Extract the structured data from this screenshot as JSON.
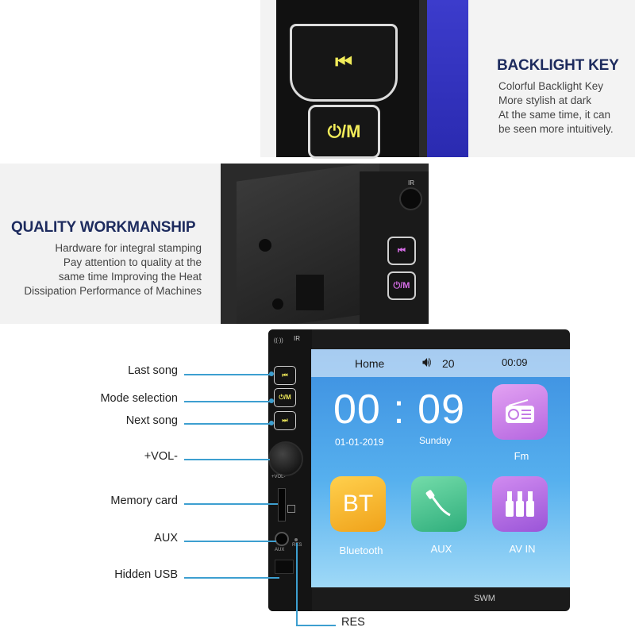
{
  "backlight": {
    "title": "BACKLIGHT KEY",
    "lines": [
      "Colorful Backlight Key",
      "More stylish at dark",
      "At the same time, it can",
      "be seen more intuitively."
    ],
    "key_prev": "⏮",
    "key_mode": "⏻/M"
  },
  "quality": {
    "title": "QUALITY WORKMANSHIP",
    "lines": [
      "Hardware for integral stamping",
      "Pay attention to quality at the",
      "same time Improving the Heat",
      "Dissipation Performance of Machines"
    ],
    "ir_label": "IR",
    "key_prev": "⏮",
    "key_mode": "⏻/M"
  },
  "callouts": {
    "last_song": "Last song",
    "mode_selection": "Mode selection",
    "next_song": "Next song",
    "vol": "+VOL-",
    "memory_card": "Memory card",
    "aux": "AUX",
    "hidden_usb": "Hidden USB",
    "res": "RES"
  },
  "unit": {
    "ir_label": "IR",
    "vol_label": "+VOL-",
    "aux_label": "AUX",
    "res_label": "RES",
    "btn_prev": "⏮",
    "btn_mode": "⏻/M",
    "btn_next": "⏭",
    "brand": "SWM"
  },
  "screen": {
    "home": "Home",
    "volume": "20",
    "time": "00:09",
    "clock": "00 : 09",
    "date": "01-01-2019",
    "day": "Sunday",
    "apps": [
      {
        "label": "Fm",
        "color": "#c678e6"
      },
      {
        "label": "Bluetooth",
        "icon_text": "BT",
        "color": "#f6b62a"
      },
      {
        "label": "AUX",
        "color": "#3cc08a"
      },
      {
        "label": "AV IN",
        "color": "#b067e0"
      }
    ]
  },
  "colors": {
    "title": "#1d2b5e",
    "callout_line": "#3d9fd0",
    "key_glow_yellow": "#f2ec5a",
    "key_glow_pink": "#d76ee8"
  }
}
